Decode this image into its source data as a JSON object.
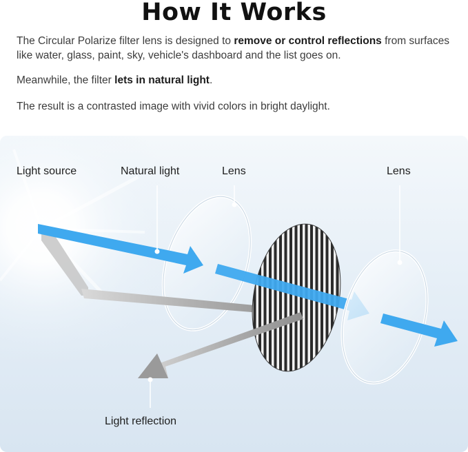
{
  "header": {
    "title": "How It Works"
  },
  "intro": {
    "p1_prefix": "The Circular Polarize filter lens is designed to ",
    "p1_bold": "remove or control reflections",
    "p1_suffix": " from surfaces like water, glass, paint, sky, vehicle's dashboard and the list goes on.",
    "p2_prefix": "Meanwhile, the filter ",
    "p2_bold": "lets in natural light",
    "p2_suffix": ".",
    "p3": "The result is a contrasted image with vivid colors in bright daylight."
  },
  "diagram": {
    "labels": {
      "light_source": "Light source",
      "natural_light": "Natural light",
      "lens_1": "Lens",
      "lens_2": "Lens",
      "light_reflection": "Light reflection"
    },
    "colors": {
      "light_beam": "#3fa9ef",
      "reflection_beam": "#a9a9a9",
      "filter_grating": "#2b2b2b",
      "lens_glass": "#eaf3fa"
    }
  }
}
